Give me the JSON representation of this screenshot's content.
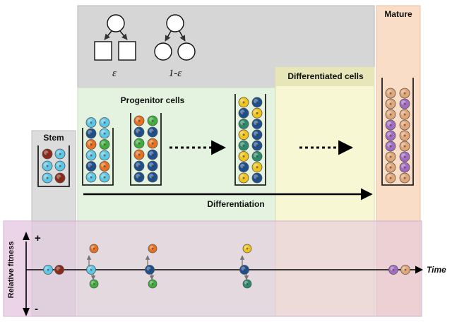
{
  "labels": {
    "stem": "Stem",
    "progenitor": "Progenitor cells",
    "differentiated": "Differentiated cells",
    "mature": "Mature",
    "differentiation": "Differentiation",
    "time": "Time",
    "relative_fitness": "Relative fitness",
    "plus": "+",
    "minus": "-",
    "epsilon": "ε",
    "one_minus_epsilon": "1-ε"
  },
  "colors": {
    "stem_bg": "#d9d9d9",
    "progenitor_bg": "#e3f2df",
    "differentiated_bg": "#f7f6cf",
    "mature_bg": "#f9dcc2",
    "fitness_band": "#e6c8e0",
    "division_bg": "#d6d6d6",
    "cyan": "#5cc7e6",
    "darkred": "#8b2a1a",
    "orange": "#e8701e",
    "green": "#3fae3f",
    "navy": "#1d4f8e",
    "yellow": "#f0c419",
    "teal": "#2a8a6a",
    "tan": "#e3a777",
    "purple": "#a26cc4"
  },
  "columns": {
    "stem": [
      "darkred",
      "cyan",
      "cyan",
      "cyan",
      "cyan",
      "darkred"
    ],
    "prog1": [
      "cyan",
      "cyan",
      "navy",
      "cyan",
      "orange",
      "green",
      "cyan",
      "cyan",
      "navy",
      "orange",
      "cyan",
      "cyan"
    ],
    "prog2": [
      "orange",
      "green",
      "navy",
      "navy",
      "green",
      "orange",
      "orange",
      "navy",
      "navy",
      "navy",
      "navy",
      "navy"
    ],
    "prog3": [
      "yellow",
      "navy",
      "navy",
      "yellow",
      "teal",
      "navy",
      "yellow",
      "navy",
      "teal",
      "navy",
      "yellow",
      "teal",
      "navy",
      "yellow",
      "yellow",
      "navy"
    ],
    "mature": [
      "tan",
      "tan",
      "tan",
      "purple",
      "tan",
      "tan",
      "purple",
      "tan",
      "purple",
      "tan",
      "purple",
      "tan",
      "tan",
      "purple",
      "tan",
      "purple",
      "tan",
      "tan"
    ]
  },
  "fitness_row": {
    "stem_pair": [
      "cyan",
      "darkred"
    ],
    "prog1": {
      "center": "cyan",
      "up": "orange",
      "down": "green"
    },
    "prog2": {
      "center": "navy",
      "up": "orange",
      "down": "green"
    },
    "prog3": {
      "center": "navy",
      "up": "yellow",
      "down": "teal"
    },
    "mature_pair": [
      "purple",
      "tan"
    ]
  }
}
